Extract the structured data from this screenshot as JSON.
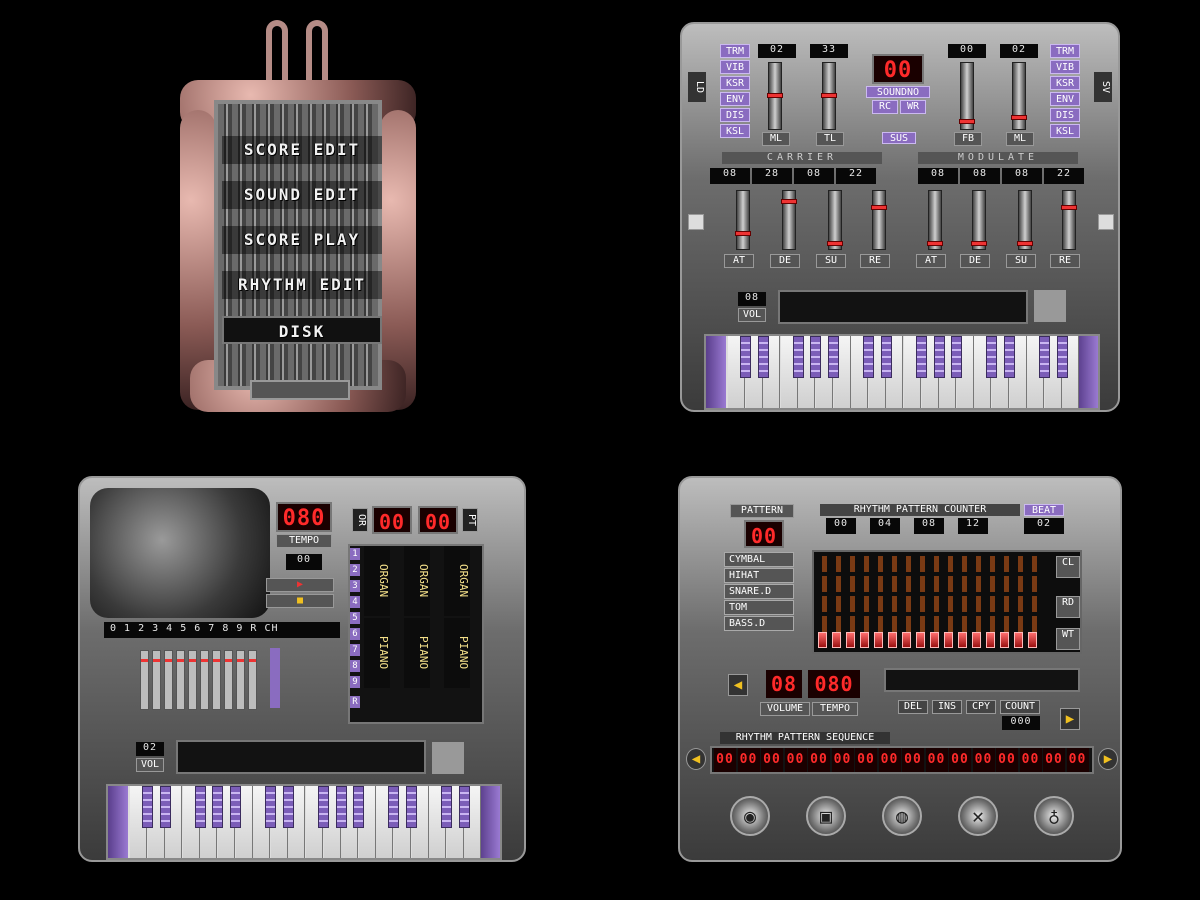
{
  "menu": {
    "items": [
      "SCORE EDIT",
      "SOUND EDIT",
      "SCORE PLAY",
      "RHYTHM EDIT",
      "DISK"
    ],
    "selected": "DISK"
  },
  "sound_edit": {
    "left_params": [
      "TRM",
      "VIB",
      "KSR",
      "ENV",
      "DIS",
      "KSL"
    ],
    "right_params": [
      "TRM",
      "VIB",
      "KSR",
      "ENV",
      "DIS",
      "KSL"
    ],
    "side_left": "LD",
    "side_right": "SV",
    "top_values": [
      "02",
      "33",
      "00",
      "02"
    ],
    "sound_no_value": "00",
    "sound_no_label": "SOUNDNO",
    "sound_buttons": [
      "RC",
      "WR"
    ],
    "sus_label": "SUS",
    "top_slider_labels": [
      "ML",
      "TL",
      "FB",
      "ML"
    ],
    "section_carrier": "CARRIER",
    "section_modulate": "MODULATE",
    "carrier_values": [
      "08",
      "28",
      "08",
      "22"
    ],
    "modulate_values": [
      "08",
      "08",
      "08",
      "22"
    ],
    "envelope_labels": [
      "AT",
      "DE",
      "SU",
      "RE",
      "AT",
      "DE",
      "SU",
      "RE"
    ],
    "vol_value": "08",
    "vol_label": "VOL",
    "disk_icon_left": "disk-icon",
    "disk_icon_right": "disk-icon"
  },
  "score_play": {
    "tempo_value": "080",
    "tempo_label": "TEMPO",
    "counter_value": "00",
    "or_label": "OR",
    "pt_label": "PT",
    "position_values": [
      "00",
      "00"
    ],
    "play_symbol": "▶",
    "stop_symbol": "■",
    "track_readout": "0 1 2 3 4 5 6 7 8 9 R CH",
    "channels": [
      {
        "label": "ORGAN",
        "color": "#f4e08a"
      },
      {
        "label": "ORGAN",
        "color": "#f4e08a"
      },
      {
        "label": "ORGAN",
        "color": "#f4e08a"
      },
      {
        "label": "PIANO",
        "color": "#f4e08a"
      },
      {
        "label": "PIANO",
        "color": "#f4e08a"
      },
      {
        "label": "PIANO",
        "color": "#f4e08a"
      }
    ],
    "channel_numbers": [
      "1",
      "2",
      "3",
      "4",
      "5",
      "6",
      "7",
      "8",
      "9"
    ],
    "vol_value": "02",
    "vol_label": "VOL",
    "channel_header": "R"
  },
  "rhythm_edit": {
    "pattern_label": "PATTERN",
    "pattern_value": "00",
    "counter_title": "RHYTHM PATTERN COUNTER",
    "counter_values": [
      "00",
      "04",
      "08",
      "12"
    ],
    "beat_label": "BEAT",
    "beat_value": "02",
    "instruments": [
      "CYMBAL",
      "HIHAT",
      "SNARE.D",
      "TOM",
      "BASS.D"
    ],
    "side_buttons": [
      "CL",
      "RD",
      "WT"
    ],
    "volume_value": "08",
    "tempo_value": "080",
    "volume_label": "VOLUME",
    "tempo_label": "TEMPO",
    "edit_buttons": [
      "DEL",
      "INS",
      "CPY",
      "COUNT"
    ],
    "count_value": "000",
    "sequence_title": "RHYTHM PATTERN SEQUENCE",
    "sequence": [
      "00",
      "00",
      "00",
      "00",
      "00",
      "00",
      "00",
      "00",
      "00",
      "00",
      "00",
      "00",
      "00",
      "00",
      "00",
      "00"
    ],
    "instrument_icons": [
      "bass-drum-icon",
      "snare-drum-icon",
      "tom-drum-icon",
      "cymbal-icon",
      "hihat-icon"
    ]
  }
}
